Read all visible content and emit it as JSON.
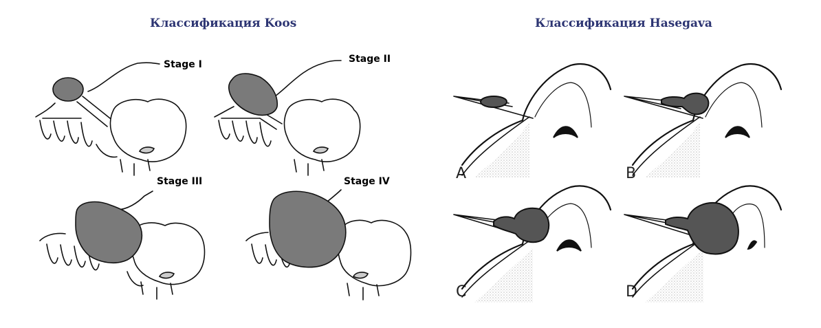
{
  "titles": {
    "left": "Классификация Koos",
    "right": "Классификация Hasegava"
  },
  "koos_stages": [
    "Stage I",
    "Stage II",
    "Stage III",
    "Stage IV"
  ],
  "hasegava_panels": [
    "A",
    "B",
    "C",
    "D"
  ],
  "colors": {
    "title": "#2d3573",
    "tumor_fill": "#777777",
    "tumor_fill_dark": "#555555",
    "line": "#111111",
    "stipple": "#cfcfcf"
  }
}
